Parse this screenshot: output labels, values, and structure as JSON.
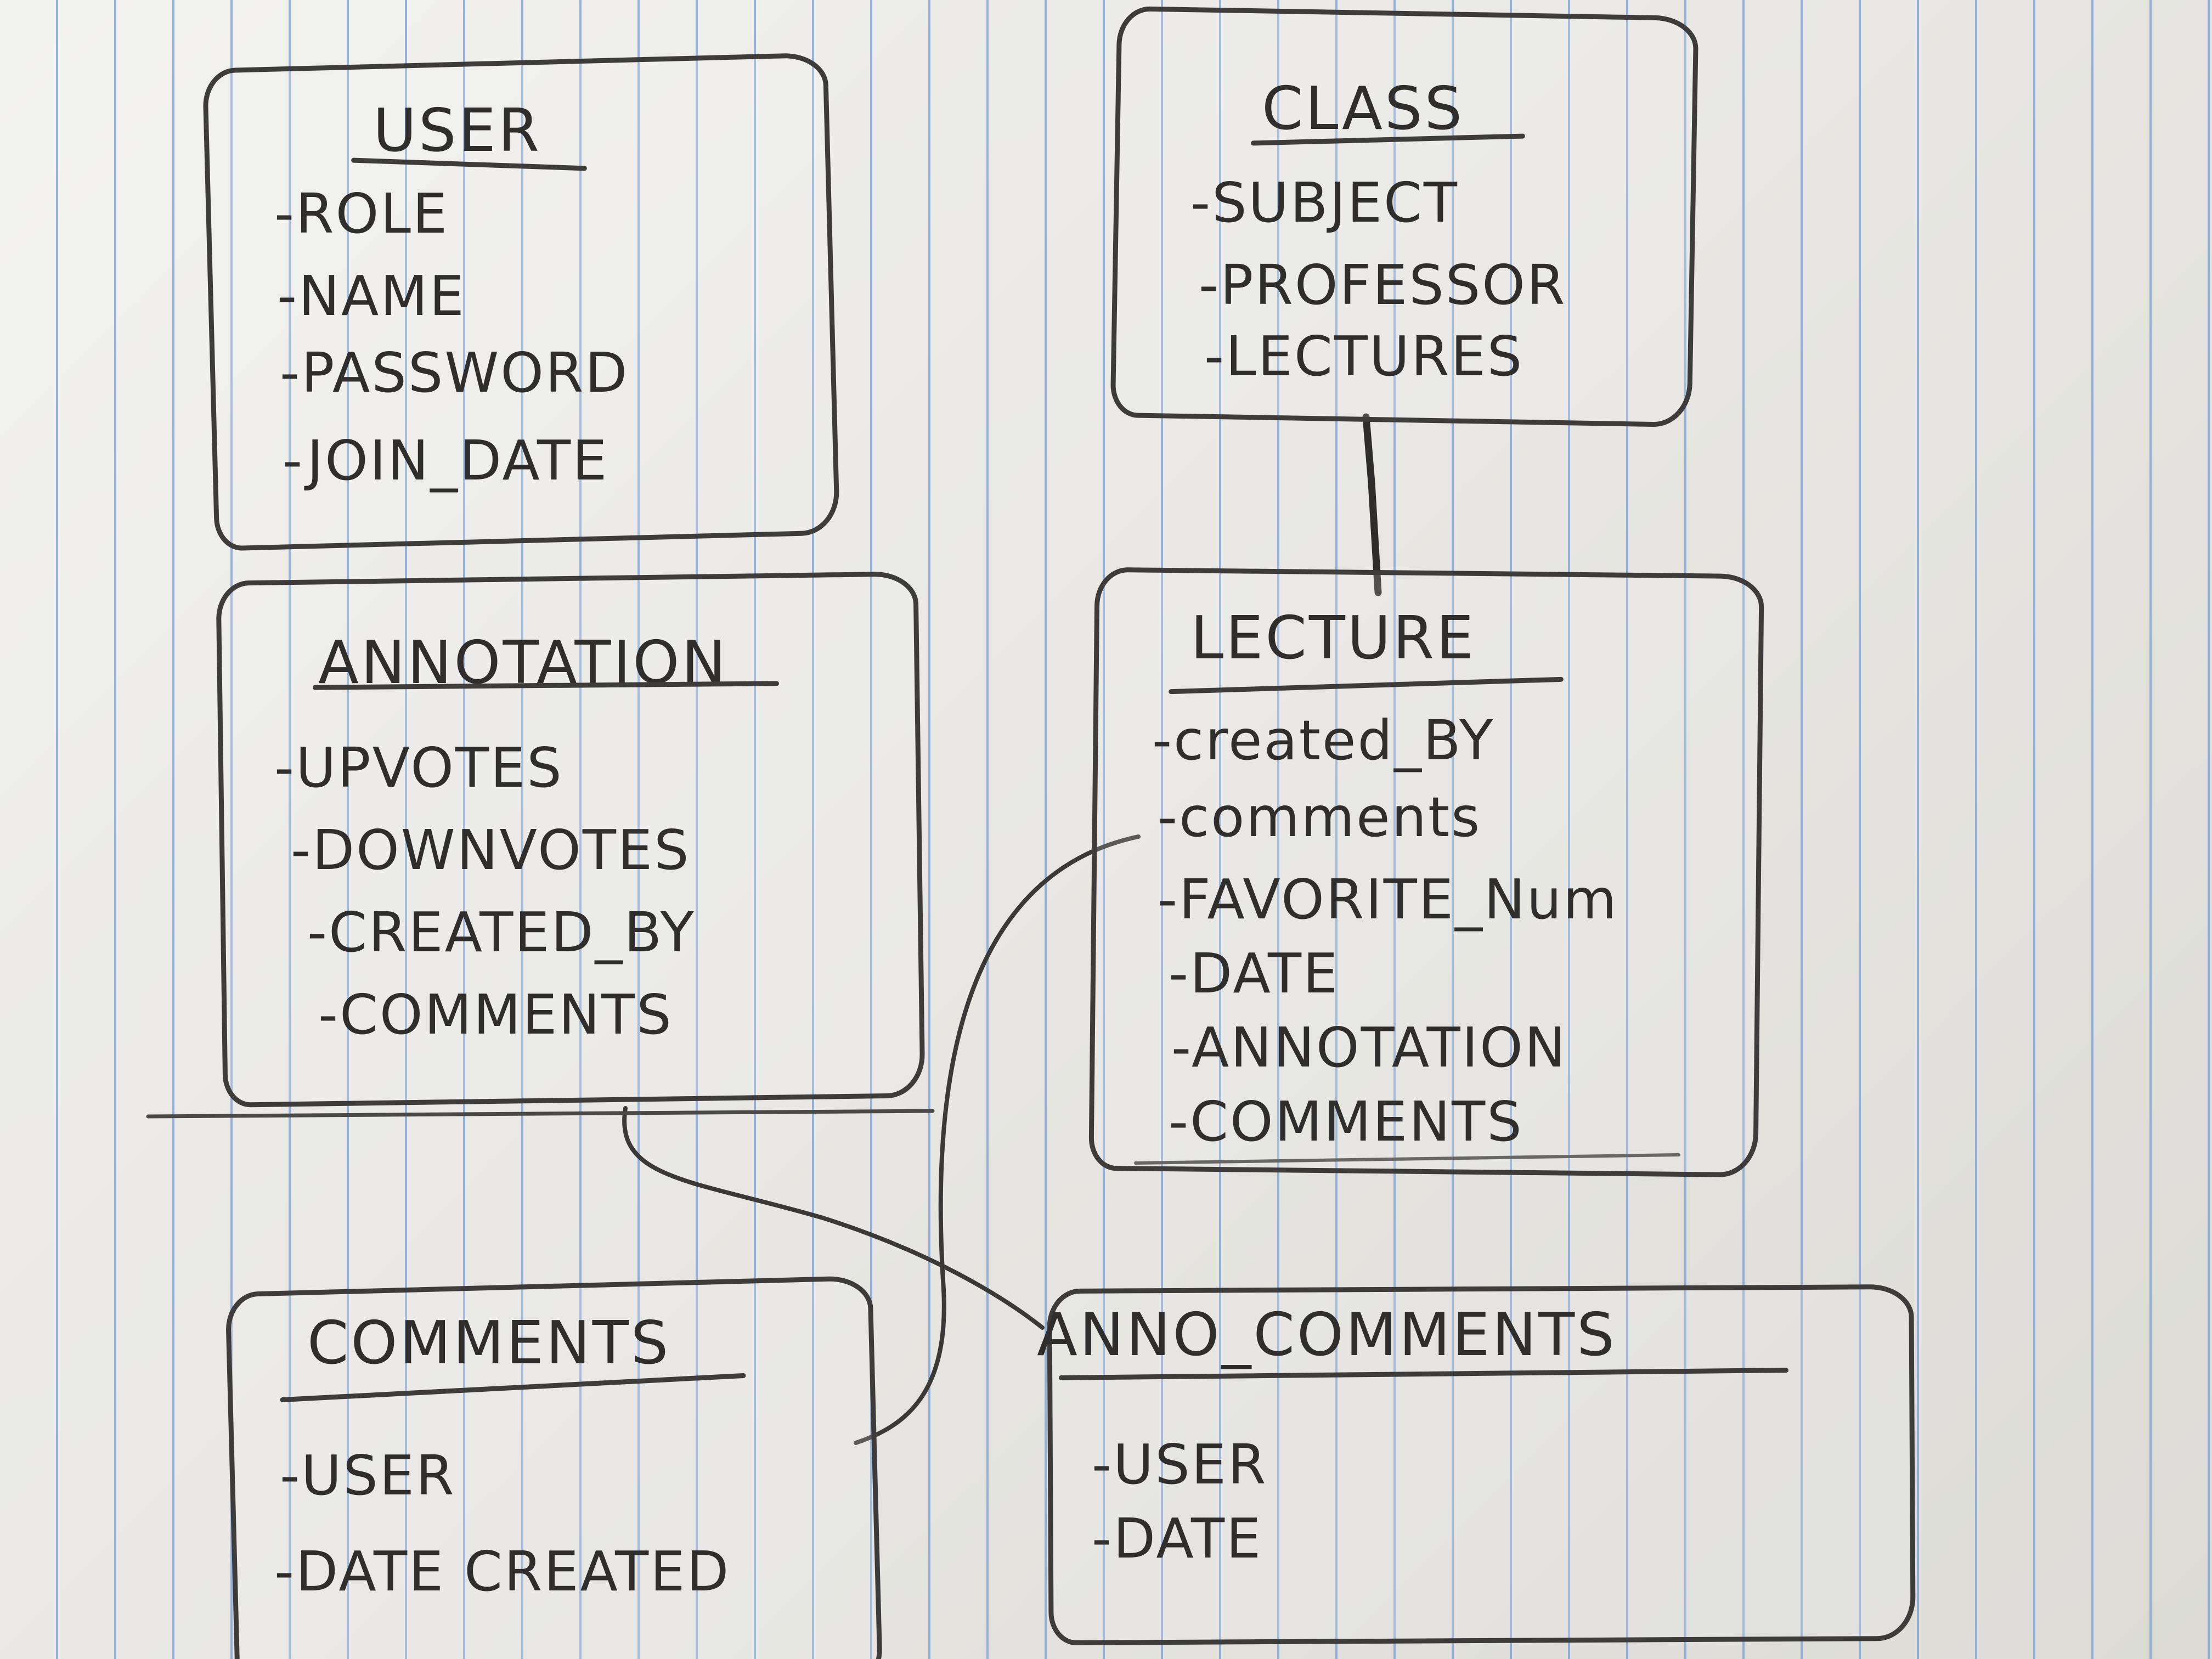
{
  "entities": {
    "user": {
      "title": "USER",
      "attributes": [
        "-ROLE",
        "-NAME",
        "-PASSWORD",
        "-JOIN_DATE"
      ]
    },
    "class": {
      "title": "CLASS",
      "attributes": [
        "-SUBJECT",
        "-PROFESSOR",
        "-LECTURES"
      ]
    },
    "annotation": {
      "title": "ANNOTATION",
      "attributes": [
        "-UPVOTES",
        "-DOWNVOTES",
        "-CREATED_BY",
        "-COMMENTS"
      ]
    },
    "lecture": {
      "title": "LECTURE",
      "attributes": [
        "-created_BY",
        "-comments",
        "-FAVORITE_Num",
        "-DATE",
        "-ANNOTATION",
        "-COMMENTS"
      ]
    },
    "comments": {
      "title": "COMMENTS",
      "attributes": [
        "-USER",
        "-DATE CREATED"
      ]
    },
    "anno_comments": {
      "title": "ANNO_COMMENTS",
      "attributes": [
        "-USER",
        "-DATE"
      ]
    }
  },
  "colors": {
    "pencil": "#3d3c3a",
    "paper": "#f1f1ee",
    "ruled_line": "#789ed4"
  }
}
